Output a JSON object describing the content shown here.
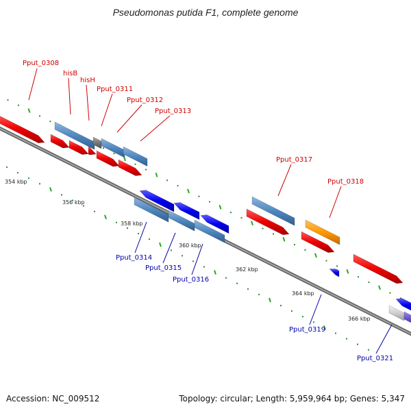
{
  "title": "Pseudomonas putida F1, complete genome",
  "footer": {
    "accession": "Accession: NC_009512",
    "summary": "Topology: circular; Length: 5,959,964 bp; Genes: 5,347"
  },
  "colors": {
    "forward_label": "#cc0000",
    "reverse_label": "#0000aa",
    "red_gene": "#ee0000",
    "steelblue_gene": "#4f87c0",
    "blue_gene": "#0000ee",
    "orange_gene": "#ff9900",
    "grey_gene": "#777777",
    "backbone": "#888888",
    "tick": "#22aa22",
    "dot": "#2e8b2e"
  },
  "scale_labels": [
    "354 kbp",
    "356 kbp",
    "358 kbp",
    "360 kbp",
    "362 kbp",
    "364 kbp",
    "366 kbp"
  ],
  "forward_labels": [
    "Pput_0308",
    "hisB",
    "hisH",
    "Pput_0311",
    "Pput_0312",
    "Pput_0313",
    "Pput_0317",
    "Pput_0318"
  ],
  "reverse_labels": [
    "Pput_0314",
    "Pput_0315",
    "Pput_0316",
    "Pput_0319",
    "Pput_0321"
  ]
}
